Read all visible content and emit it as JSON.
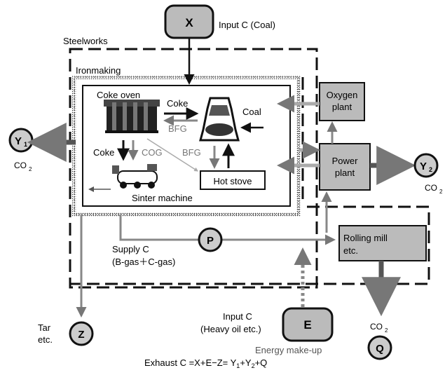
{
  "nodes": {
    "x": "X",
    "e": "E",
    "p": "P",
    "z": "Z",
    "q": "Q",
    "y1": {
      "letter": "Y",
      "sub": "1"
    },
    "y2": {
      "letter": "Y",
      "sub": "2"
    }
  },
  "labels": {
    "input_coal": "Input C (Coal)",
    "steelworks": "Steelworks",
    "ironmaking": "Ironmaking",
    "coke_oven": "Coke oven",
    "coke_top": "Coke",
    "bfg_top": "BFG",
    "coal": "Coal",
    "coke_left": "Coke",
    "cog": "COG",
    "bfg_mid": "BFG",
    "hot_stove": "Hot stove",
    "sinter_machine": "Sinter machine",
    "oxygen_plant_1": "Oxygen",
    "oxygen_plant_2": "plant",
    "power_plant_1": "Power",
    "power_plant_2": "plant",
    "rolling_mill_1": "Rolling mill",
    "rolling_mill_2": "etc.",
    "supply_c_1": "Supply C",
    "supply_c_2": "(B-gas＋C-gas)",
    "tar_1": "Tar",
    "tar_2": "etc.",
    "input_heavy_1": "Input C",
    "input_heavy_2": "(Heavy oil etc.)",
    "energy_makeup": "Energy make-up",
    "co2": "CO",
    "co2_sub": "2",
    "exhaust_prefix": "Exhaust C =X+E−Z= Y",
    "exhaust_s1": "1",
    "exhaust_plus1": "+Y",
    "exhaust_s2": "2",
    "exhaust_end": "+Q"
  }
}
